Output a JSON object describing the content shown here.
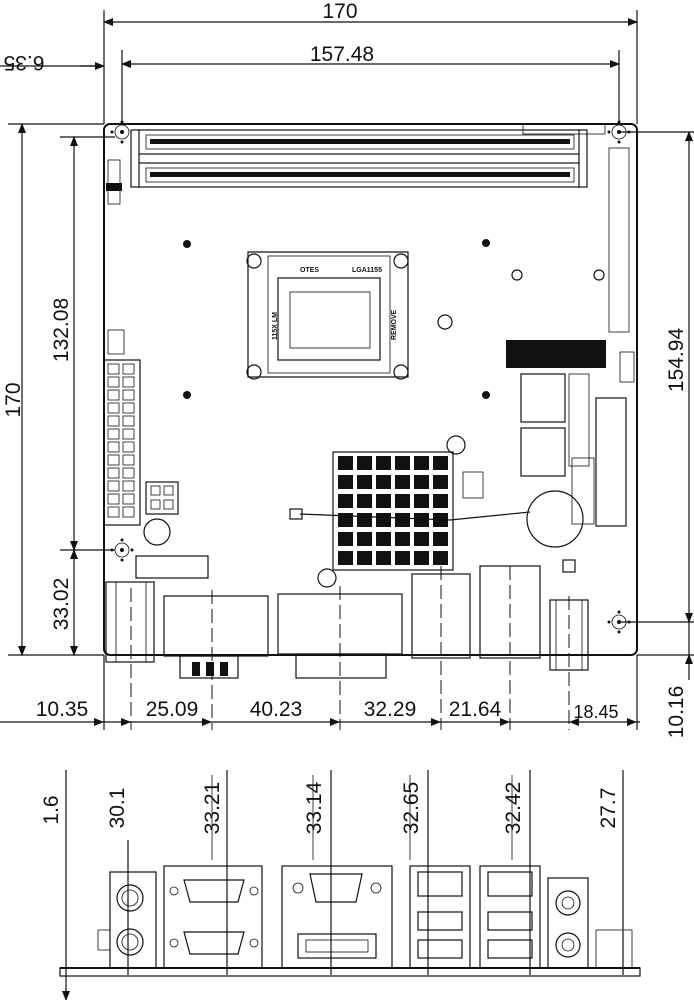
{
  "top_view": {
    "dims": {
      "board_width": "170",
      "hole_span": "157.48",
      "left_offset": "6.35",
      "board_height": "170",
      "upper_hole_span": "132.08",
      "right_hole_span": "154.94",
      "lower_hole_offset": "33.02",
      "bottom_offset": "10.16"
    },
    "bottom_dims": [
      "10.35",
      "25.09",
      "40.23",
      "32.29",
      "21.64",
      "18.45"
    ],
    "socket_labels": {
      "lga": "LGA1155",
      "model": "115X LM",
      "remove": "REMOVE",
      "otes": "OTES"
    }
  },
  "rear_view": {
    "heights": [
      "1.6",
      "30.1",
      "33.21",
      "33.14",
      "32.65",
      "32.42",
      "27.7"
    ]
  }
}
